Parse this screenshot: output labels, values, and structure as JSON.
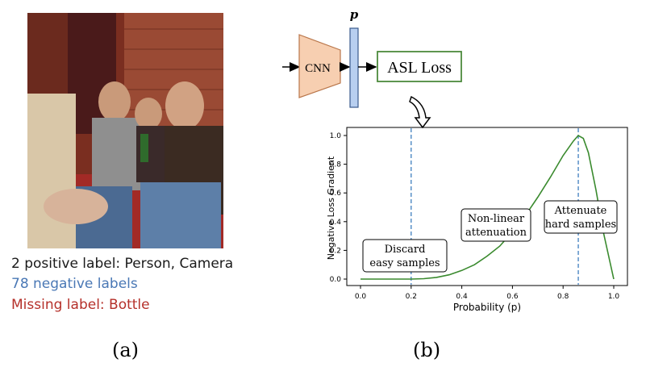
{
  "panel_a": {
    "positive_labels": "2 positive label: Person, Camera",
    "negative_labels": "78 negative labels",
    "missing_label": "Missing label: Bottle",
    "caption": "(a)",
    "colors": {
      "positive": "#1a1a1a",
      "negative": "#4a78b5",
      "missing": "#b5302a"
    }
  },
  "panel_b": {
    "caption": "(b)",
    "pipeline": {
      "cnn_label": "CNN",
      "p_label": "p",
      "loss_label": "ASL Loss",
      "colors": {
        "cnn_fill": "#f7cfb1",
        "cnn_stroke": "#b9764a",
        "p_fill": "#b8cff0",
        "p_stroke": "#3a5a8c",
        "loss_stroke": "#4d8a3c"
      }
    },
    "annotations": {
      "discard": [
        "Discard",
        "easy samples"
      ],
      "nonlinear": [
        "Non-linear",
        "attenuation"
      ],
      "attenuate": [
        "Attenuate",
        "hard samples"
      ]
    }
  },
  "chart_data": {
    "type": "line",
    "xlabel": "Probability (p)",
    "ylabel": "Negative Loss Gradient",
    "xlim": [
      0.0,
      1.0
    ],
    "ylim": [
      0.0,
      1.0
    ],
    "xticks": [
      "0.0",
      "0.2",
      "0.4",
      "0.6",
      "0.8",
      "1.0"
    ],
    "yticks": [
      "0.0",
      "0.2",
      "0.4",
      "0.6",
      "0.8",
      "1.0"
    ],
    "vlines": [
      0.2,
      0.86
    ],
    "series": [
      {
        "color": "#3a8a2e",
        "x": [
          0.0,
          0.2,
          0.25,
          0.3,
          0.35,
          0.4,
          0.45,
          0.5,
          0.55,
          0.6,
          0.65,
          0.7,
          0.75,
          0.8,
          0.84,
          0.86,
          0.88,
          0.9,
          0.93,
          0.96,
          1.0
        ],
        "y": [
          0.0,
          0.0,
          0.003,
          0.012,
          0.03,
          0.06,
          0.1,
          0.16,
          0.23,
          0.33,
          0.44,
          0.57,
          0.71,
          0.86,
          0.96,
          1.0,
          0.98,
          0.88,
          0.62,
          0.32,
          0.0
        ]
      }
    ],
    "grid": false
  }
}
